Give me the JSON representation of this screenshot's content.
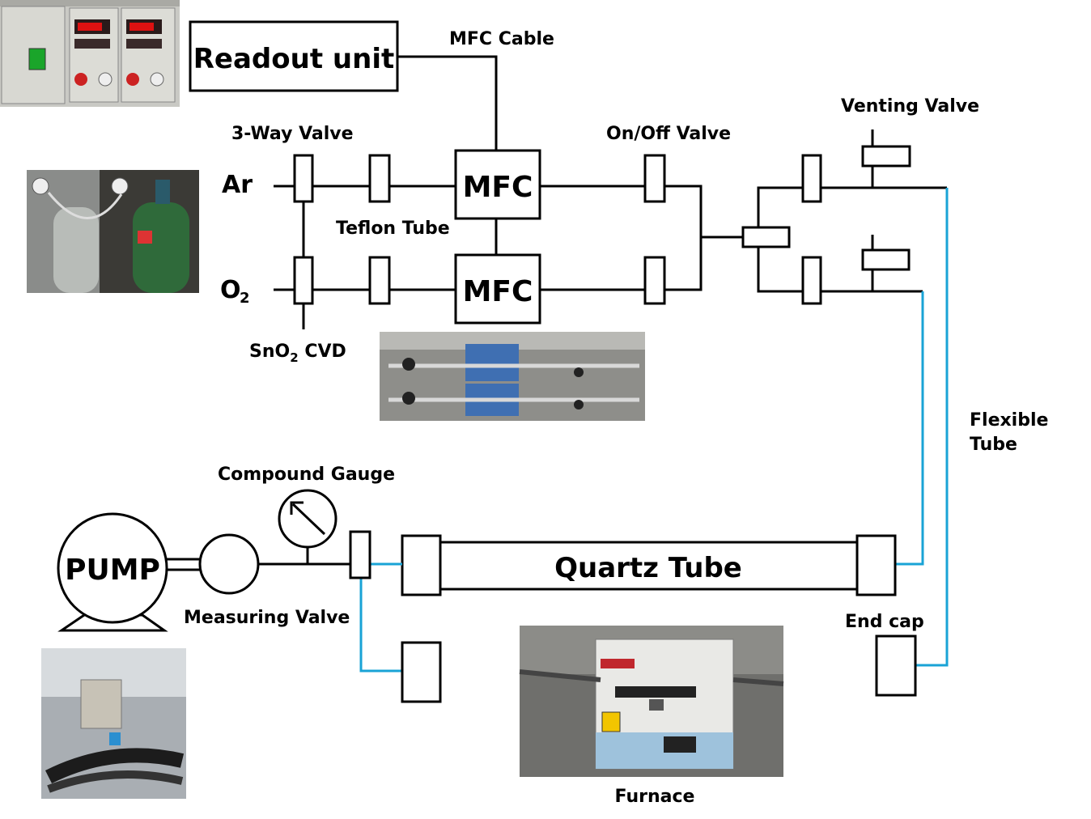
{
  "labels": {
    "readout_unit": "Readout unit",
    "mfc_cable": "MFC Cable",
    "three_way_valve": "3-Way Valve",
    "on_off_valve": "On/Off Valve",
    "venting_valve": "Venting Valve",
    "ar": "Ar",
    "o2_main": "O",
    "o2_sub": "2",
    "teflon_tube": "Teflon Tube",
    "mfc_top": "MFC",
    "mfc_bottom": "MFC",
    "sno2_prefix": "SnO",
    "sno2_sub": "2",
    "sno2_suffix": " CVD",
    "flexible": "Flexible",
    "tube": "Tube",
    "compound_gauge": "Compound Gauge",
    "pump": "PUMP",
    "quartz_tube": "Quartz Tube",
    "measuring_valve": "Measuring Valve",
    "end_cap": "End cap",
    "furnace": "Furnace"
  },
  "colors": {
    "line": "#000000",
    "flexible_tube": "#19a3d6"
  }
}
